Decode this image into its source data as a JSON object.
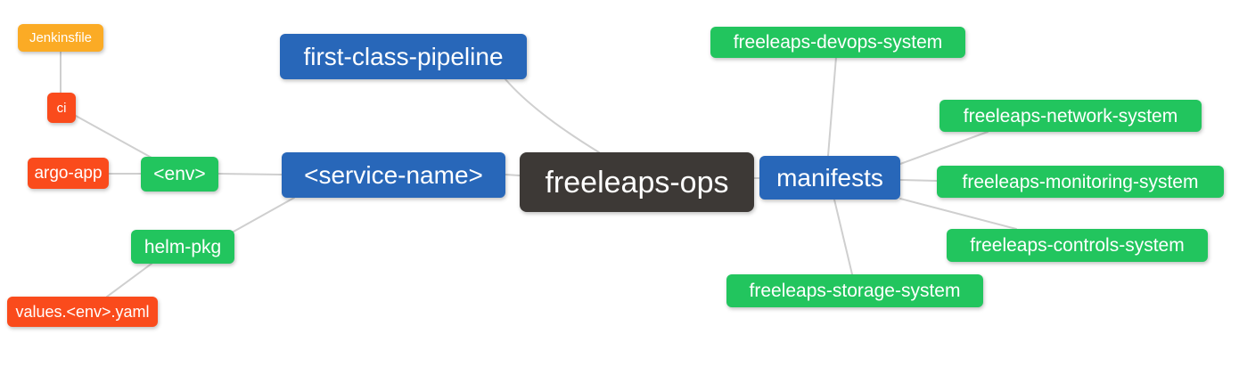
{
  "colors": {
    "root_bg": "#3d3936",
    "branch_bg": "#2867b9",
    "green_bg": "#22c55e",
    "red_bg": "#fa4b1c",
    "orange_bg": "#fbab25",
    "edge": "#cfcfcf",
    "text": "#ffffff",
    "background": "#ffffff"
  },
  "nodes": {
    "root": {
      "label": "freeleaps-ops"
    },
    "first_class_pipeline": {
      "label": "first-class-pipeline"
    },
    "service_name": {
      "label": "<service-name>"
    },
    "env": {
      "label": "<env>"
    },
    "ci": {
      "label": "ci"
    },
    "jenkinsfile": {
      "label": "Jenkinsfile"
    },
    "argo_app": {
      "label": "argo-app"
    },
    "helm_pkg": {
      "label": "helm-pkg"
    },
    "values_env_yaml": {
      "label": "values.<env>.yaml"
    },
    "manifests": {
      "label": "manifests"
    },
    "devops_system": {
      "label": "freeleaps-devops-system"
    },
    "network_system": {
      "label": "freeleaps-network-system"
    },
    "monitoring_system": {
      "label": "freeleaps-monitoring-system"
    },
    "controls_system": {
      "label": "freeleaps-controls-system"
    },
    "storage_system": {
      "label": "freeleaps-storage-system"
    }
  },
  "edges": [
    [
      "jenkinsfile",
      "ci"
    ],
    [
      "ci",
      "env"
    ],
    [
      "argo_app",
      "env"
    ],
    [
      "env",
      "service_name"
    ],
    [
      "helm_pkg",
      "service_name"
    ],
    [
      "values_env_yaml",
      "helm_pkg"
    ],
    [
      "first_class_pipeline",
      "root"
    ],
    [
      "service_name",
      "root"
    ],
    [
      "root",
      "manifests"
    ],
    [
      "manifests",
      "devops_system"
    ],
    [
      "manifests",
      "network_system"
    ],
    [
      "manifests",
      "monitoring_system"
    ],
    [
      "manifests",
      "controls_system"
    ],
    [
      "manifests",
      "storage_system"
    ]
  ]
}
